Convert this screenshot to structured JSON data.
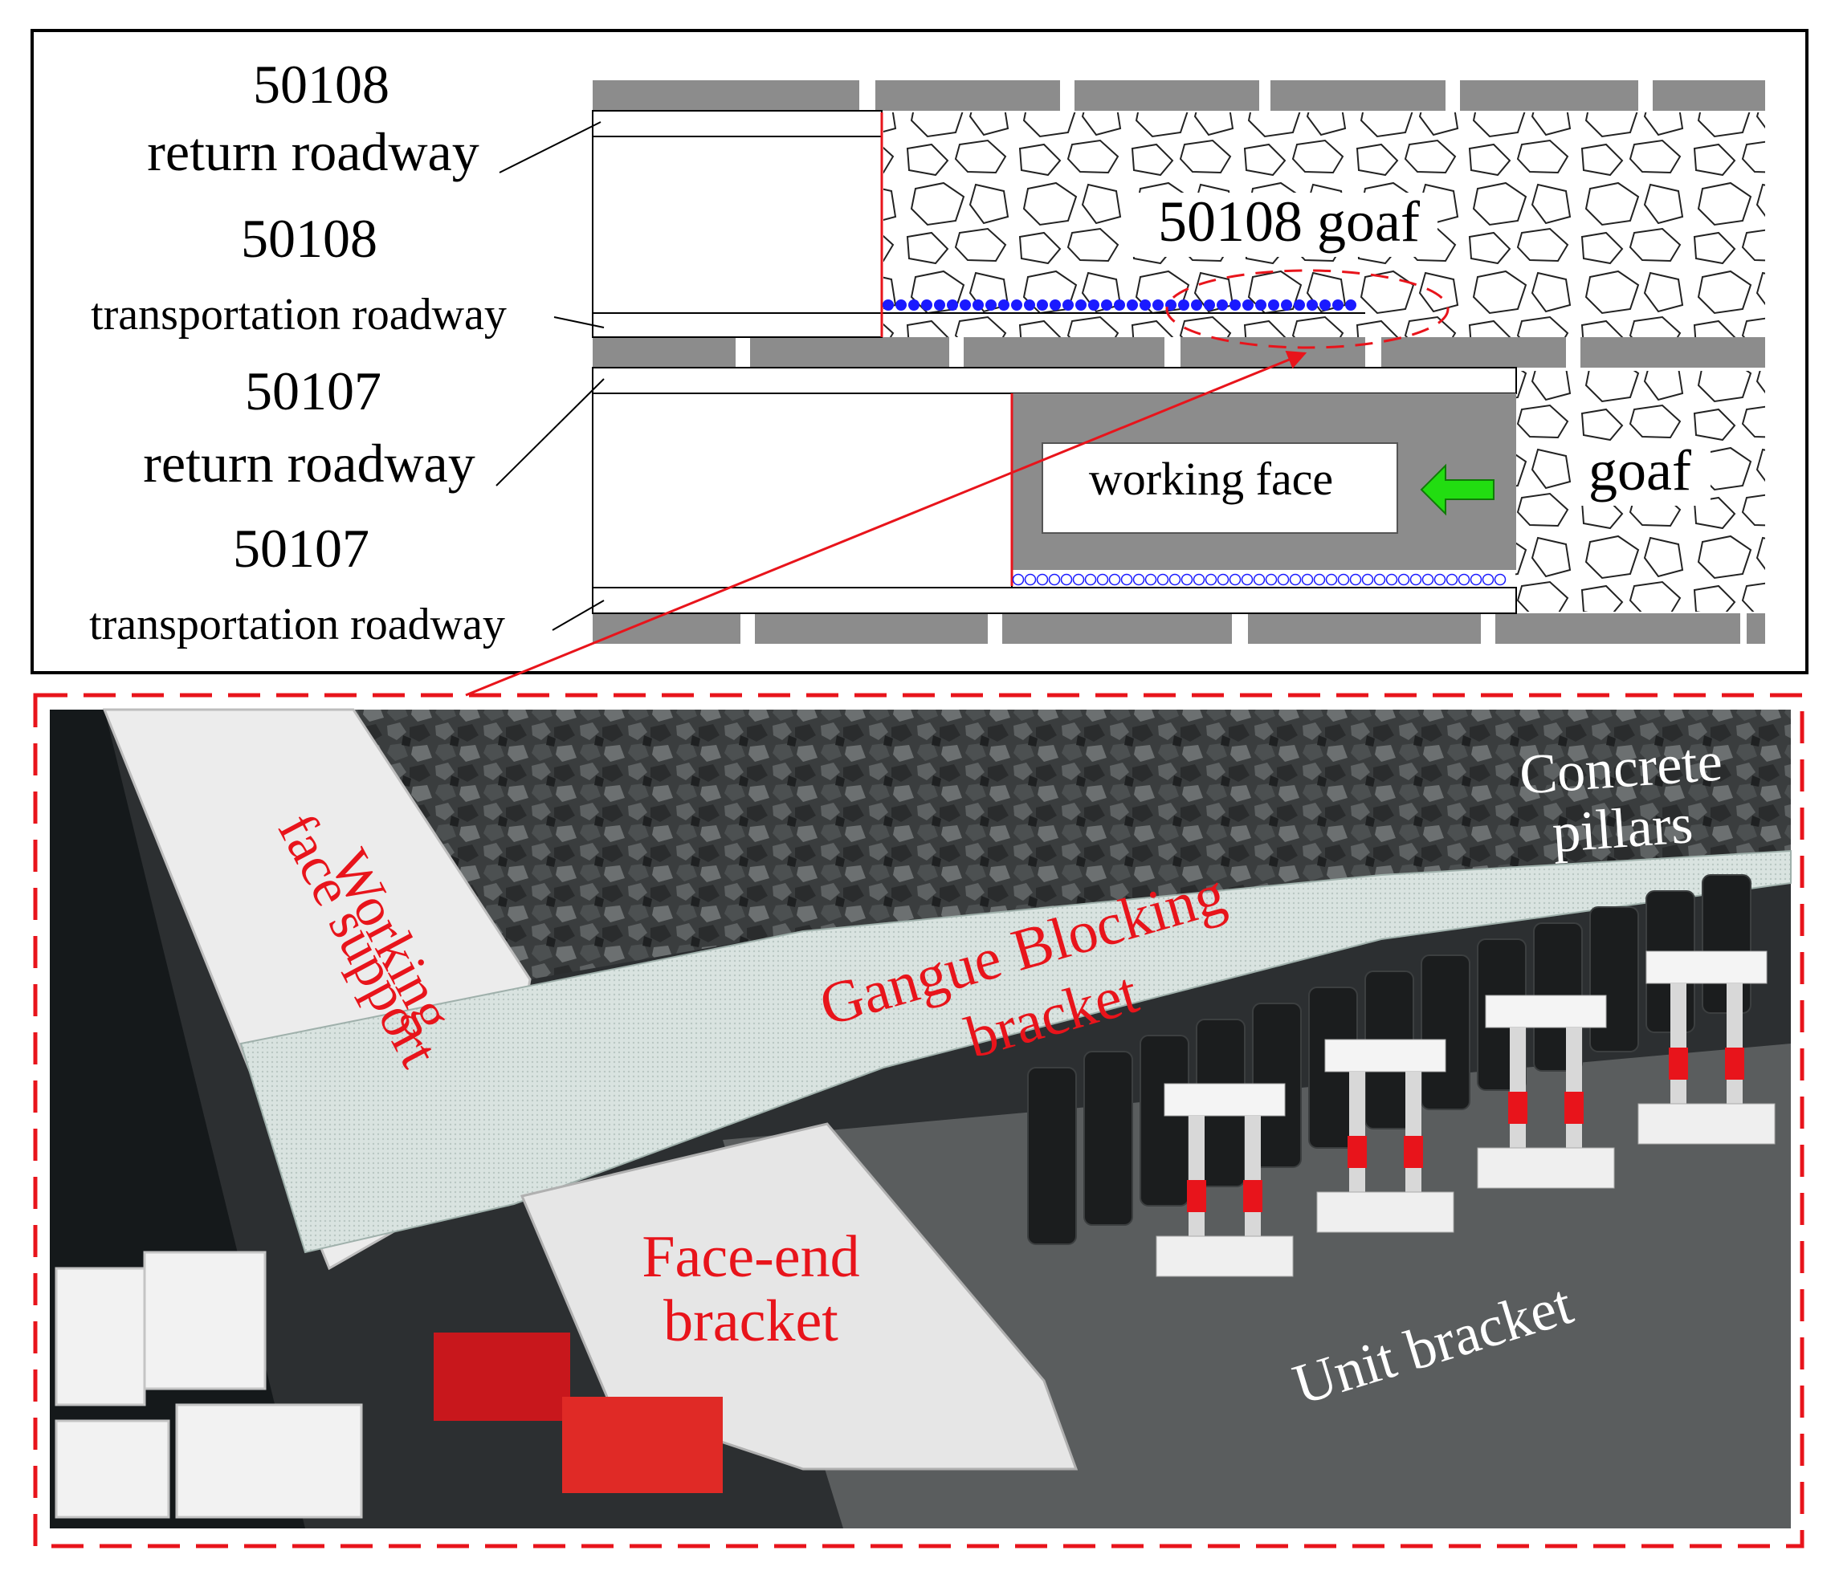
{
  "schematic": {
    "labels": {
      "return_50108_num": "50108",
      "return_50108_text": "return roadway",
      "transport_50108_num": "50108",
      "transport_50108_text": "transportation roadway",
      "return_50107_num": "50107",
      "return_50107_text": "return roadway",
      "transport_50107_num": "50107",
      "transport_50107_text": "transportation roadway"
    },
    "goaf_50108": "50108 goaf",
    "working_face": "working face",
    "goaf": "goaf"
  },
  "photo": {
    "labels": {
      "working_face_support": [
        "Working",
        "face support"
      ],
      "gangue_blocking_bracket": [
        "Gangue Blocking",
        "bracket"
      ],
      "face_end_bracket": [
        "Face-end",
        "bracket"
      ],
      "concrete_pillars": [
        "Concrete",
        "pillars"
      ],
      "unit_bracket": "Unit bracket"
    }
  },
  "colors": {
    "pillar_gray": "#8c8c8c",
    "accent_red": "#e8141b",
    "support_blue": "#1a1aff",
    "arrow_green": "#22dd11"
  }
}
